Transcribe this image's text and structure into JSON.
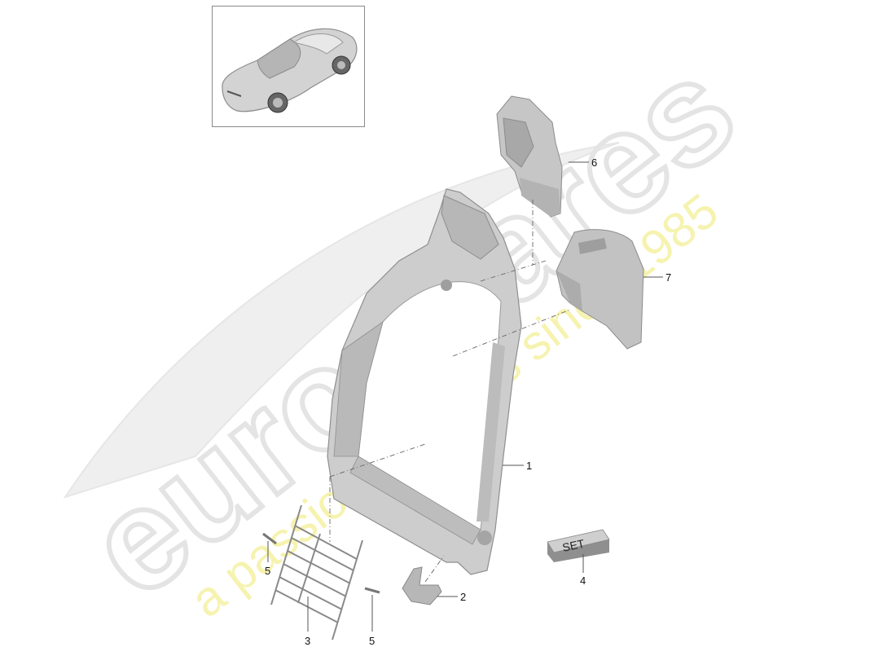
{
  "diagram": {
    "subject": "Seat backrest frame exploded parts diagram",
    "thumbnail_alt": "Porsche roadster overview",
    "set_badge": "SET",
    "callouts": [
      {
        "id": "1",
        "label": "1",
        "part": "backrest frame"
      },
      {
        "id": "2",
        "label": "2",
        "part": "bracket"
      },
      {
        "id": "3",
        "label": "3",
        "part": "spring mat"
      },
      {
        "id": "4",
        "label": "4",
        "part": "set"
      },
      {
        "id": "5a",
        "label": "5",
        "part": "tension spring"
      },
      {
        "id": "5b",
        "label": "5",
        "part": "tension spring"
      },
      {
        "id": "6",
        "label": "6",
        "part": "upper cover"
      },
      {
        "id": "7",
        "label": "7",
        "part": "side cover"
      }
    ]
  },
  "watermark": {
    "brand": "eurospares",
    "tagline": "a passion for parts since 1985",
    "brand_color": "#e8e8e8",
    "tagline_color": "#f5f3a8"
  },
  "colors": {
    "part_fill": "#c8c8c8",
    "part_shade": "#a9a9a9",
    "part_stroke": "#8c8c8c",
    "leader": "#555555"
  }
}
